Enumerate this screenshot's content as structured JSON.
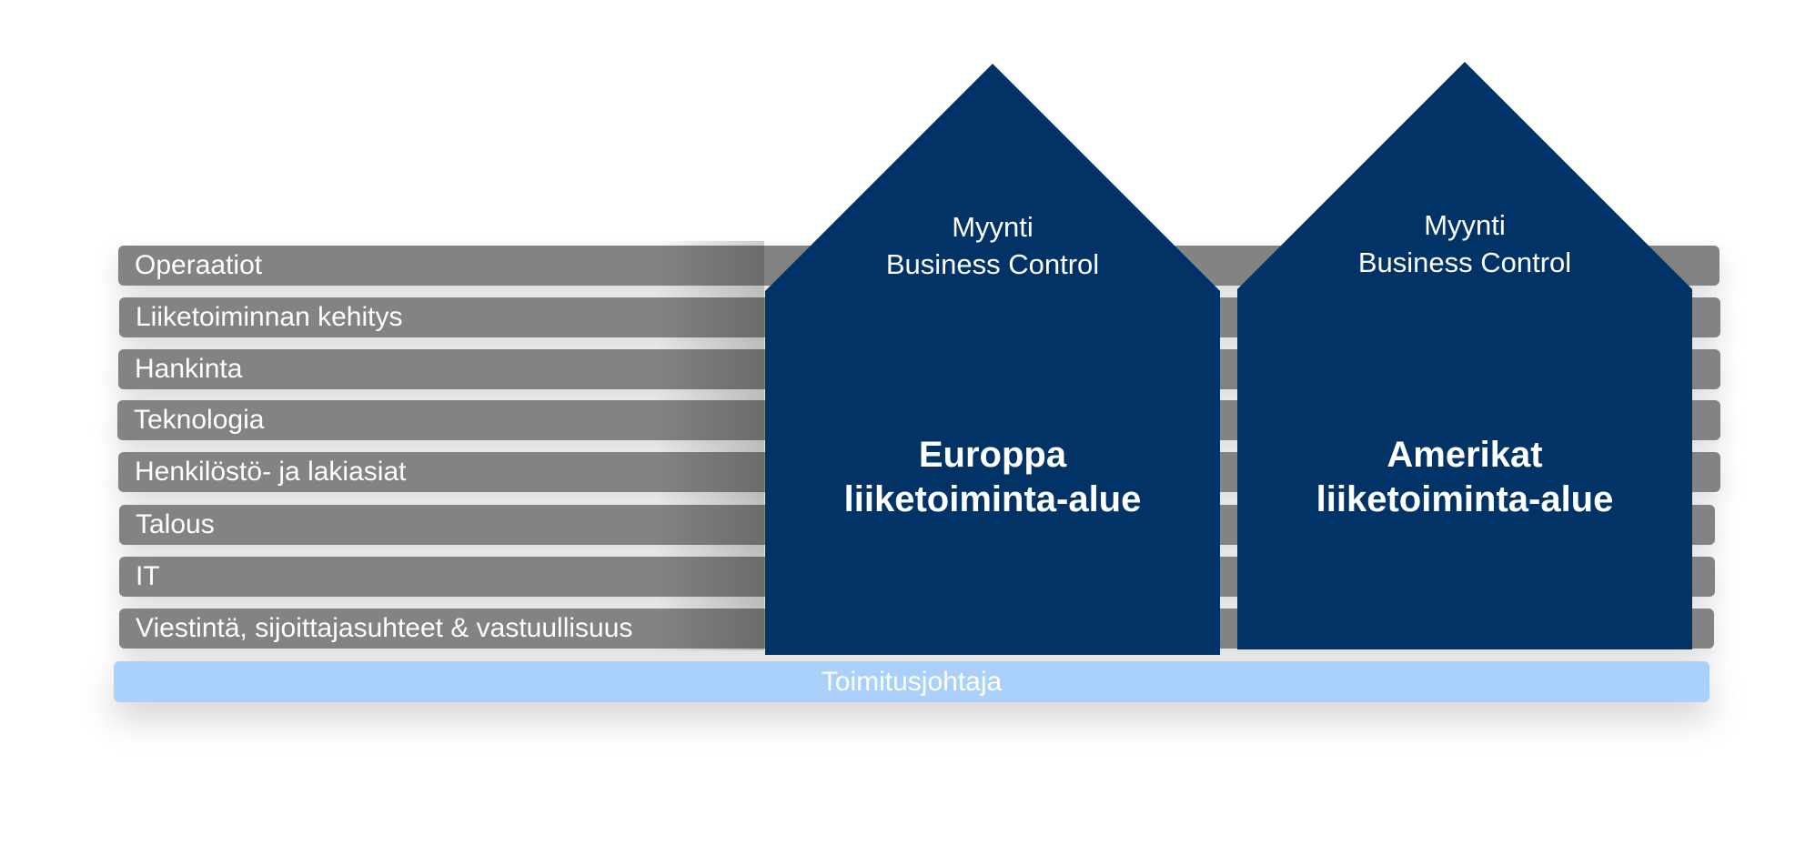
{
  "bars": [
    {
      "label": "Operaatiot"
    },
    {
      "label": "Liiketoiminnan kehitys"
    },
    {
      "label": "Hankinta"
    },
    {
      "label": "Teknologia"
    },
    {
      "label": "Henkilöstö- ja lakiasiat"
    },
    {
      "label": "Talous"
    },
    {
      "label": "IT"
    },
    {
      "label": "Viestintä, sijoittajasuhteet & vastuullisuus"
    }
  ],
  "ceo": {
    "label": "Toimitusjohtaja"
  },
  "houses": [
    {
      "line1": "Myynti",
      "line2": "Business Control",
      "title1": "Europpa",
      "title2": "liiketoiminta-alue"
    },
    {
      "line1": "Myynti",
      "line2": "Business Control",
      "title1": "Amerikat",
      "title2": "liiketoiminta-alue"
    }
  ],
  "colors": {
    "house_fill": "#023366",
    "bar_fill": "#838383",
    "ceo_fill": "#a9d1fb",
    "text": "#ffffff"
  }
}
